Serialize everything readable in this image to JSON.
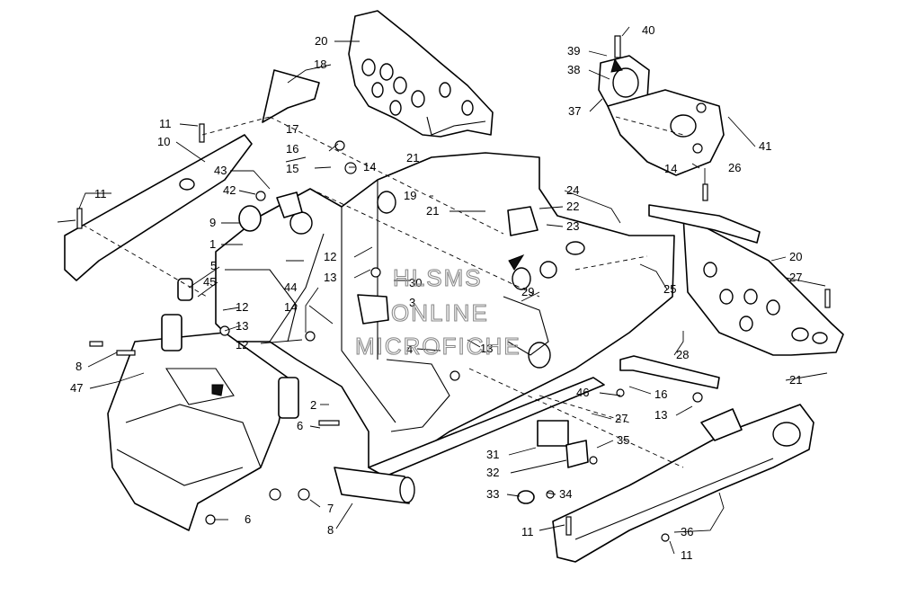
{
  "watermark": {
    "line1": "HLSMS",
    "line2": "ONLINE",
    "line3": "MICROFICHE"
  },
  "callouts": [
    "1",
    "2",
    "3",
    "4",
    "5",
    "6",
    "6",
    "7",
    "8",
    "8",
    "9",
    "10",
    "11",
    "11",
    "11",
    "11",
    "12",
    "12",
    "12",
    "13",
    "13",
    "13",
    "13",
    "14",
    "14",
    "14",
    "15",
    "16",
    "16",
    "17",
    "18",
    "19",
    "20",
    "20",
    "21",
    "21",
    "21",
    "22",
    "23",
    "24",
    "25",
    "26",
    "27",
    "27",
    "28",
    "29",
    "30",
    "31",
    "32",
    "33",
    "34",
    "35",
    "36",
    "37",
    "38",
    "39",
    "40",
    "41",
    "42",
    "43",
    "44",
    "45",
    "46",
    "47"
  ]
}
